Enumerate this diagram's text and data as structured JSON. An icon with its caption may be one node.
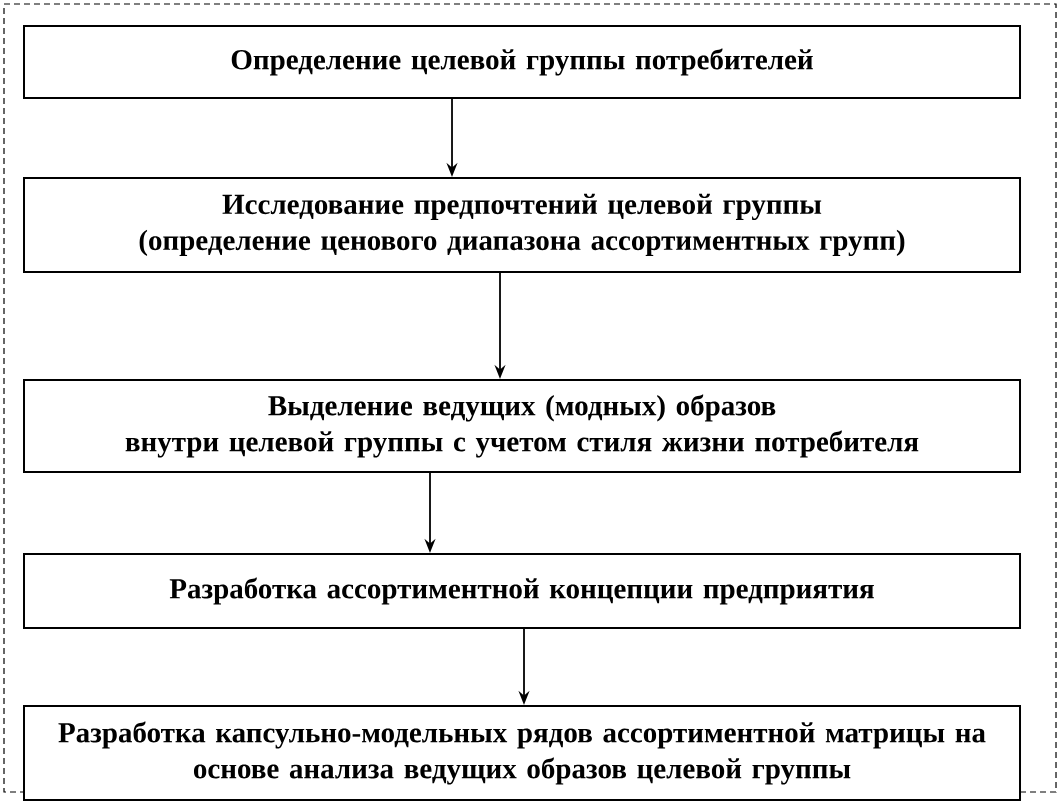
{
  "diagram": {
    "nodes": [
      {
        "text": [
          "Определение целевой группы потребителей"
        ]
      },
      {
        "text": [
          "Исследование предпочтений целевой группы (определение ценового диапазона ассортиментных групп)"
        ]
      },
      {
        "text": [
          "Выделение ведущих (модных) образов внутри целевой группы с учетом стиля жизни потребителя"
        ]
      },
      {
        "text": [
          "Разработка ассортиментной концепции предприятия"
        ]
      },
      {
        "text": [
          "Разработка капсульно-модельных рядов ассортиментной матрицы на основе анализа ведущих образов целевой группы"
        ]
      }
    ],
    "edges": [
      {
        "from": 0,
        "to": 1,
        "arrow": "to"
      },
      {
        "from": 1,
        "to": 2,
        "arrow": "to"
      },
      {
        "from": 2,
        "to": 3,
        "arrow": "to"
      },
      {
        "from": 3,
        "to": 4,
        "arrow": "to"
      }
    ]
  }
}
